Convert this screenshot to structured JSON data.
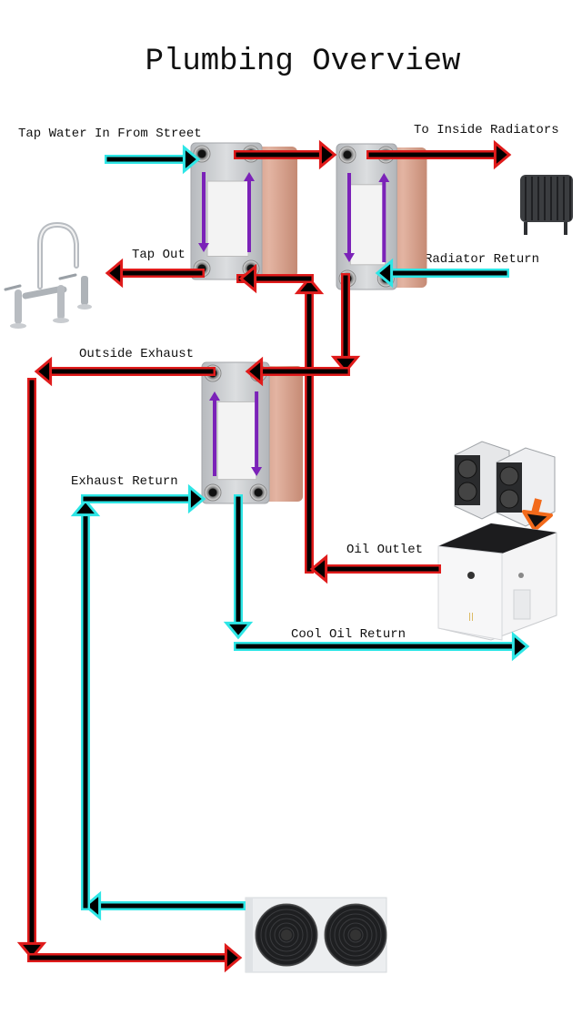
{
  "title": "Plumbing Overview",
  "labels": {
    "tap_in": "Tap Water In From Street",
    "to_radiators": "To Inside Radiators",
    "tap_out": "Tap Out",
    "radiator_return": "Radiator Return",
    "outside_exhaust": "Outside Exhaust",
    "exhaust_return": "Exhaust Return",
    "oil_outlet": "Oil Outlet",
    "cool_oil_return": "Cool Oil Return"
  },
  "components": {
    "hx1": "heat-exchanger",
    "hx2": "heat-exchanger",
    "hx3": "heat-exchanger",
    "faucet": "faucet",
    "radiator": "radiator",
    "miners": "asic-miners",
    "immersion_tank": "oil-immersion-tank",
    "dry_cooler": "dry-cooler-fans"
  },
  "colors": {
    "hot": "#e01b1b",
    "cold": "#2ee6e6",
    "core": "#000000",
    "flow": "#7b22b8",
    "feed": "#f26a1b",
    "copper": "#d9a18a",
    "steel": "#c9cbce"
  }
}
